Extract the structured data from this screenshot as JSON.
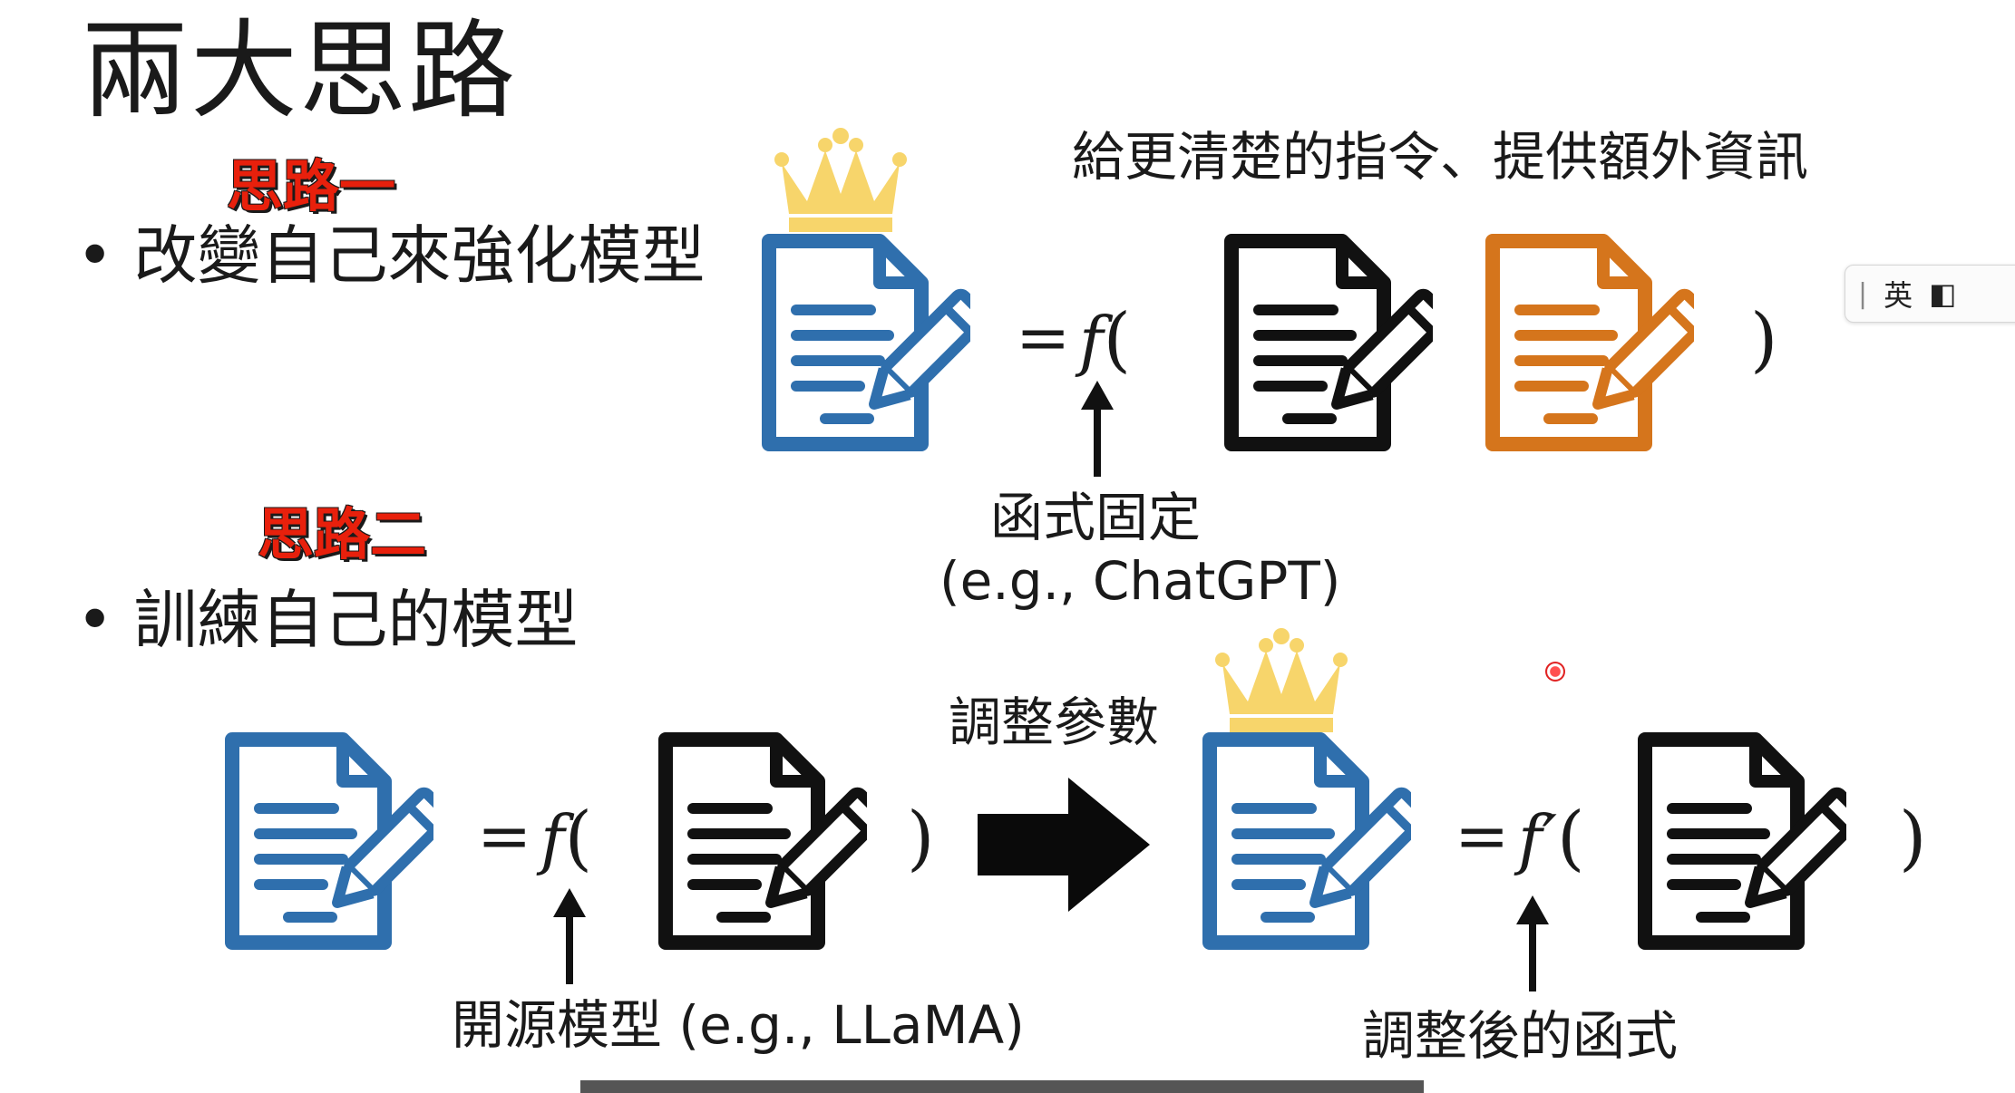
{
  "slide": {
    "title": "兩大思路",
    "approach1_tag": "思路一",
    "approach1_text": "• 改變自己來強化模型",
    "approach2_tag": "思路二",
    "approach2_text": "• 訓練自己的模型",
    "top_caption": "給更清楚的指令、提供額外資訊",
    "fixed_function_label": "函式固定",
    "fixed_function_example": "(e.g., ChatGPT)",
    "adjust_params_label": "調整參數",
    "open_model_label": "開源模型 (e.g., LLaMA)",
    "adjusted_function_label": "調整後的函式",
    "eq_f": "f",
    "eq_fprime": "f′",
    "eq_sign": "=",
    "open_paren": "(",
    "close_paren": ")"
  },
  "ime": {
    "label": "英"
  },
  "colors": {
    "blue": "#2f6fad",
    "black": "#111111",
    "orange": "#d5751c",
    "crown": "#f7d56b",
    "red": "#e8200c"
  }
}
